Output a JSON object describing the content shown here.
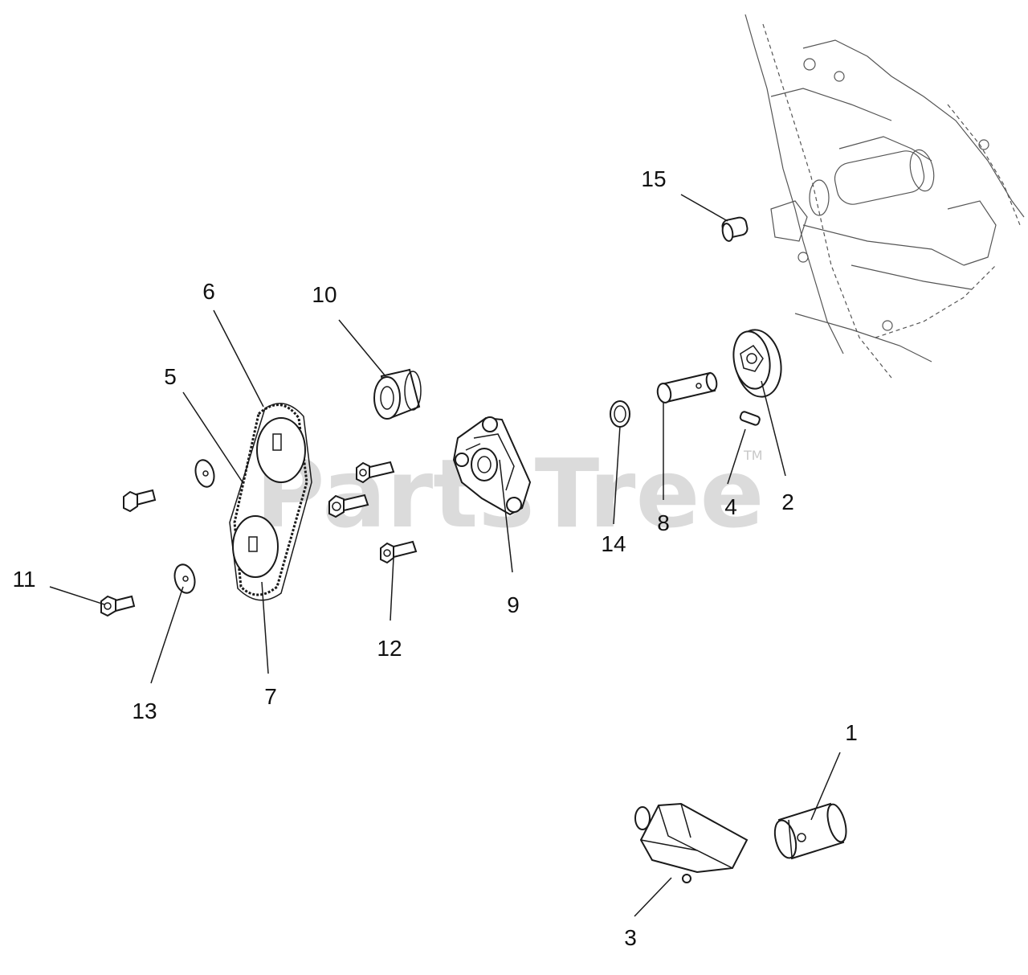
{
  "watermark": {
    "text": "PartsTree",
    "trademark": "TM"
  },
  "callouts": {
    "c1": "1",
    "c2": "2",
    "c3": "3",
    "c4": "4",
    "c5": "5",
    "c6": "6",
    "c7": "7",
    "c8": "8",
    "c9": "9",
    "c10": "10",
    "c11": "11",
    "c12": "12",
    "c13": "13",
    "c14": "14",
    "c15": "15"
  }
}
